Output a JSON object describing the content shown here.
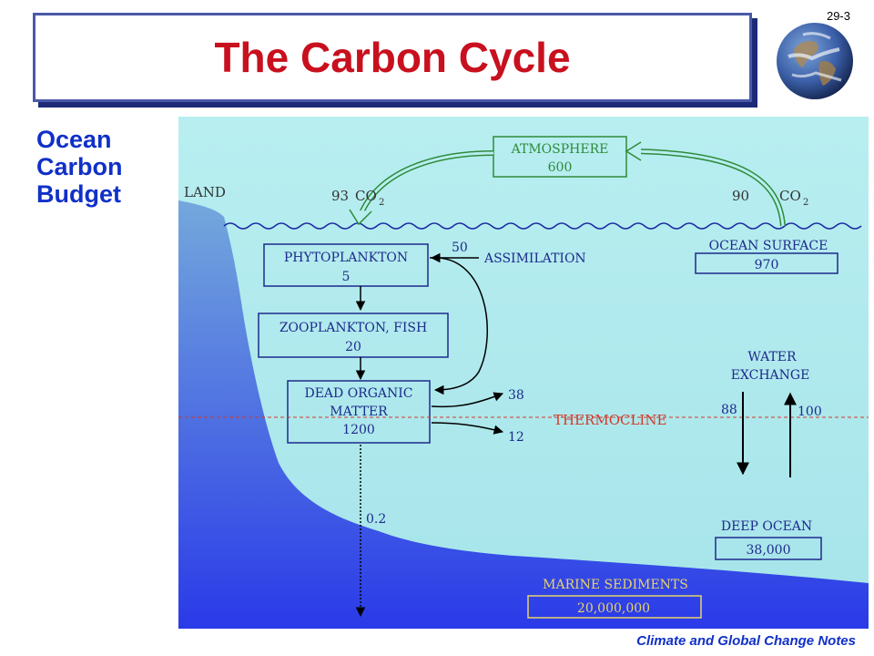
{
  "slide": {
    "title": "The Carbon Cycle",
    "number": "29-3",
    "side_label": [
      "Ocean",
      "Carbon",
      "Budget"
    ],
    "footer": "Climate and Global Change Notes"
  },
  "diagram": {
    "land": "LAND",
    "atmosphere": {
      "name": "ATMOSPHERE",
      "value": "600"
    },
    "ocean_surface": {
      "name": "OCEAN SURFACE",
      "value": "970"
    },
    "phytoplankton": {
      "name": "PHYTOPLANKTON",
      "value": "5"
    },
    "zooplankton": {
      "name": "ZOOPLANKTON, FISH",
      "value": "20"
    },
    "dead_organic": {
      "name_line1": "DEAD ORGANIC",
      "name_line2": "MATTER",
      "value": "1200"
    },
    "deep_ocean": {
      "name": "DEEP OCEAN",
      "value": "38,000"
    },
    "marine_sediments": {
      "name": "MARINE SEDIMENTS",
      "value": "20,000,000"
    },
    "flux_down": {
      "value": "93",
      "gas": "CO",
      "sub": "2"
    },
    "flux_up": {
      "value": "90",
      "gas": "CO",
      "sub": "2"
    },
    "assimilation": {
      "value": "50",
      "label": "ASSIMILATION"
    },
    "water_exchange": {
      "line1": "WATER",
      "line2": "EXCHANGE",
      "down": "88",
      "up": "100"
    },
    "thermocline": "THERMOCLINE",
    "upper_out": "38",
    "lower_out": "12",
    "sediment_flux": "0.2",
    "colors": {
      "title": "#c8101e",
      "label_blue": "#1030c8",
      "box_blue": "#1d2a8c",
      "atmosphere_green": "#2e8b3a",
      "marine_yellow": "#e8d46a",
      "thermocline_red": "#d03a2a",
      "sea_top": "#b8eef0",
      "land_top": "#74a8dc",
      "land_bottom": "#2a3ae8"
    }
  }
}
